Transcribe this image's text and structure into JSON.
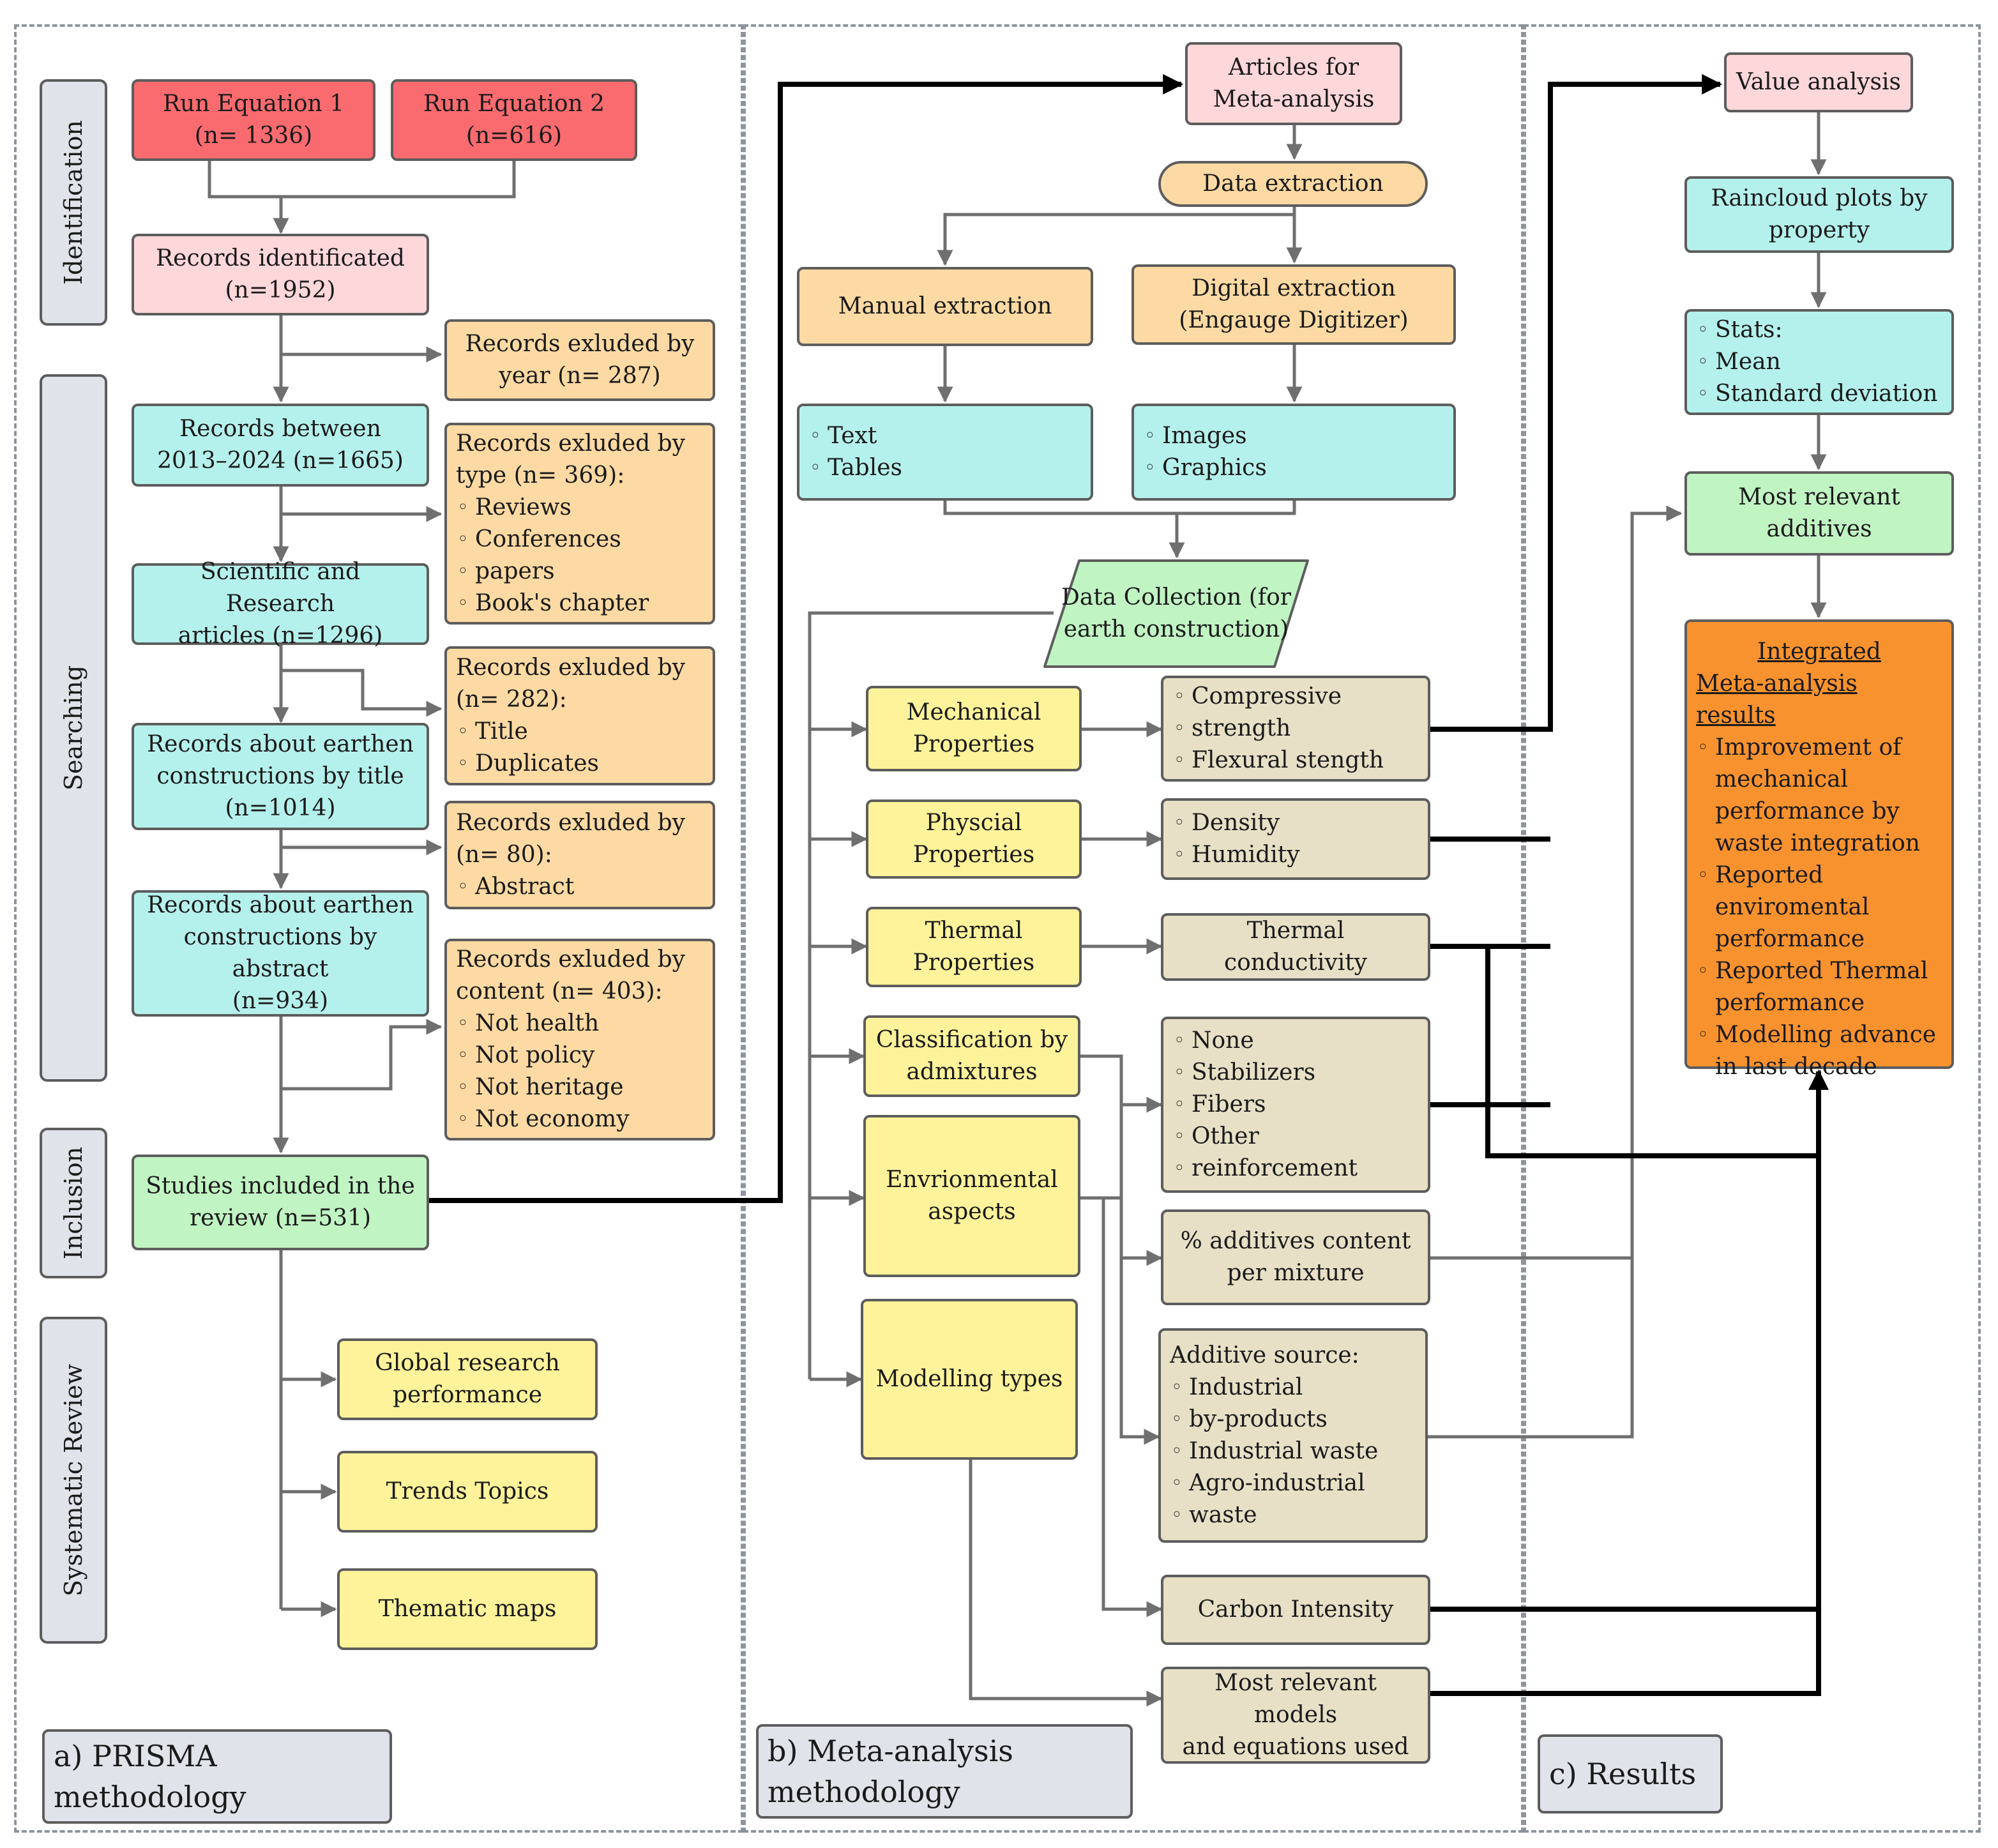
{
  "panels": {
    "prisma_label": "a) PRISMA methodology",
    "meta_label_line1": "b) Meta-analysis",
    "meta_label_line2": "methodology",
    "results_label": "c) Results"
  },
  "stages": {
    "identification": "Identification",
    "searching": "Searching",
    "inclusion": "Inclusion",
    "systematic_review": "Systematic Review"
  },
  "prisma": {
    "run_eq1": [
      "Run Equation 1",
      "(n= 1336)"
    ],
    "run_eq2": [
      "Run Equation 2",
      "(n=616)"
    ],
    "records_identified": [
      "Records identificated",
      "(n=1952)"
    ],
    "records_between": [
      "Records between",
      "2013–2024 (n=1665)"
    ],
    "scientific_articles": [
      "Scientific and Research",
      "articles (n=1296)"
    ],
    "records_by_title": [
      "Records about earthen",
      "constructions by title",
      "(n=1014)"
    ],
    "records_by_abstract": [
      "Records about earthen",
      "constructions by abstract",
      "(n=934)"
    ],
    "studies_included": [
      "Studies included in the",
      "review (n=531)"
    ],
    "excluded_year": [
      "Records exluded by",
      "year (n= 287)"
    ],
    "excluded_type": {
      "head": [
        "Records exluded by",
        "type (n= 369):"
      ],
      "items": [
        "Reviews",
        "Conferences",
        "papers",
        "Book's chapter"
      ]
    },
    "excluded_282": {
      "head": [
        "Records exluded by",
        "(n= 282):"
      ],
      "items": [
        "Title",
        "Duplicates"
      ]
    },
    "excluded_80": {
      "head": [
        "Records exluded by",
        "(n= 80):"
      ],
      "items": [
        "Abstract"
      ]
    },
    "excluded_content": {
      "head": [
        "Records exluded by",
        "content (n= 403):"
      ],
      "items": [
        "Not health",
        "Not policy",
        "Not heritage",
        "Not economy"
      ]
    },
    "global_research": [
      "Global research",
      "performance"
    ],
    "trends_topics": "Trends Topics",
    "thematic_maps": "Thematic maps"
  },
  "meta": {
    "articles": [
      "Articles for",
      "Meta-analysis"
    ],
    "data_extraction": "Data extraction",
    "manual_extraction": "Manual extraction",
    "digital_extraction": [
      "Digital extraction",
      "(Engauge Digitizer)"
    ],
    "text_tables": [
      "Text",
      "Tables"
    ],
    "images_graphics": [
      "Images",
      "Graphics"
    ],
    "data_collection": [
      "Data Collection (for",
      "earth construction)"
    ],
    "mechanical": [
      "Mechanical",
      "Properties"
    ],
    "physical": [
      "Physcial",
      "Properties"
    ],
    "thermal": [
      "Thermal",
      "Properties"
    ],
    "classification": [
      "Classification by",
      "admixtures"
    ],
    "environmental": [
      "Envrionmental",
      "aspects"
    ],
    "modelling": "Modelling types",
    "compressive": [
      "Compressive",
      "strength",
      "Flexural stength"
    ],
    "density_humidity": [
      "Density",
      "Humidity"
    ],
    "thermal_conductivity": "Thermal conductivity",
    "admixtures_list": [
      "None",
      "Stabilizers",
      "Fibers",
      "Other",
      "reinforcement"
    ],
    "additives_content": [
      "%  additives content",
      "per mixture"
    ],
    "additive_source": {
      "head": "Additive source:",
      "items": [
        "Industrial",
        "by-products",
        "Industrial waste",
        "Agro-industrial",
        "waste"
      ]
    },
    "carbon_intensity": "Carbon Intensity",
    "relevant_models": [
      "Most relevant models",
      "and equations used"
    ]
  },
  "results": {
    "value_analysis": "Value analysis",
    "raincloud": [
      "Raincloud plots by",
      "property"
    ],
    "stats": [
      "Stats:",
      "Mean",
      "Standard deviation"
    ],
    "most_relevant_additives": [
      "Most relevant",
      "additives"
    ],
    "integrated_title": [
      "Integrated",
      "Meta-analysis results"
    ],
    "integrated_items": [
      "Improvement of",
      "mechanical",
      "performance by",
      "waste integration",
      "Reported",
      "enviromental",
      "performance",
      "Reported Thermal",
      "performance",
      "Modelling advance",
      "in last decade"
    ]
  },
  "colors": {
    "red": "#f96b6f",
    "pink": "#fdd7da",
    "teal": "#b5f1ec",
    "orange": "#fddaa3",
    "yellow": "#fef39a",
    "green": "#c1f4c3",
    "beige": "#e7e0c6",
    "bright_orange": "#f8922f",
    "gray": "#e0e3e9",
    "connector": "#6f6f6f"
  }
}
